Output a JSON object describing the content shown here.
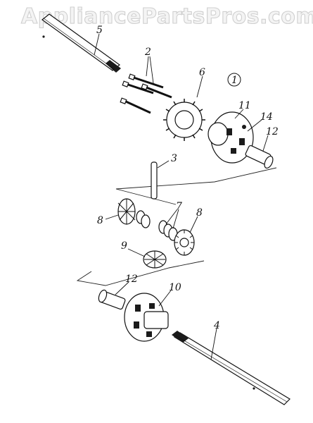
{
  "watermark": "AppliancePartsPros.com",
  "diagram_ref": "1",
  "callouts": {
    "c2": "2",
    "c3": "3",
    "c4": "4",
    "c5": "5",
    "c6": "6",
    "c7": "7",
    "c8a": "8",
    "c8b": "8",
    "c9": "9",
    "c10": "10",
    "c11": "11",
    "c12a": "12",
    "c12b": "12",
    "c14": "14"
  }
}
